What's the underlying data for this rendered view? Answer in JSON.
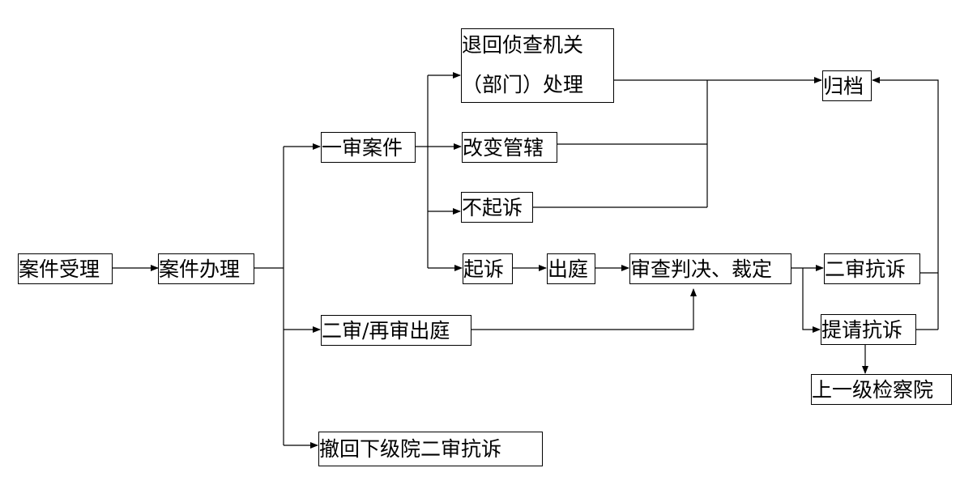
{
  "nodes": {
    "case_accept": "案件受理",
    "case_handle": "案件办理",
    "first_instance": "一审案件",
    "return_line1": "退回侦查机关",
    "return_line2": "（部门）处理",
    "change_jurisdiction": "改变管辖",
    "no_prosecution": "不起诉",
    "prosecute": "起诉",
    "court_appear": "出庭",
    "review_judgment": "审查判决、裁定",
    "second_retrial": "二审/再审出庭",
    "withdraw_appeal": "撤回下级院二审抗诉",
    "archive": "归档",
    "second_protest": "二审抗诉",
    "request_protest": "提请抗诉",
    "upper_procuratorate": "上一级检察院"
  }
}
